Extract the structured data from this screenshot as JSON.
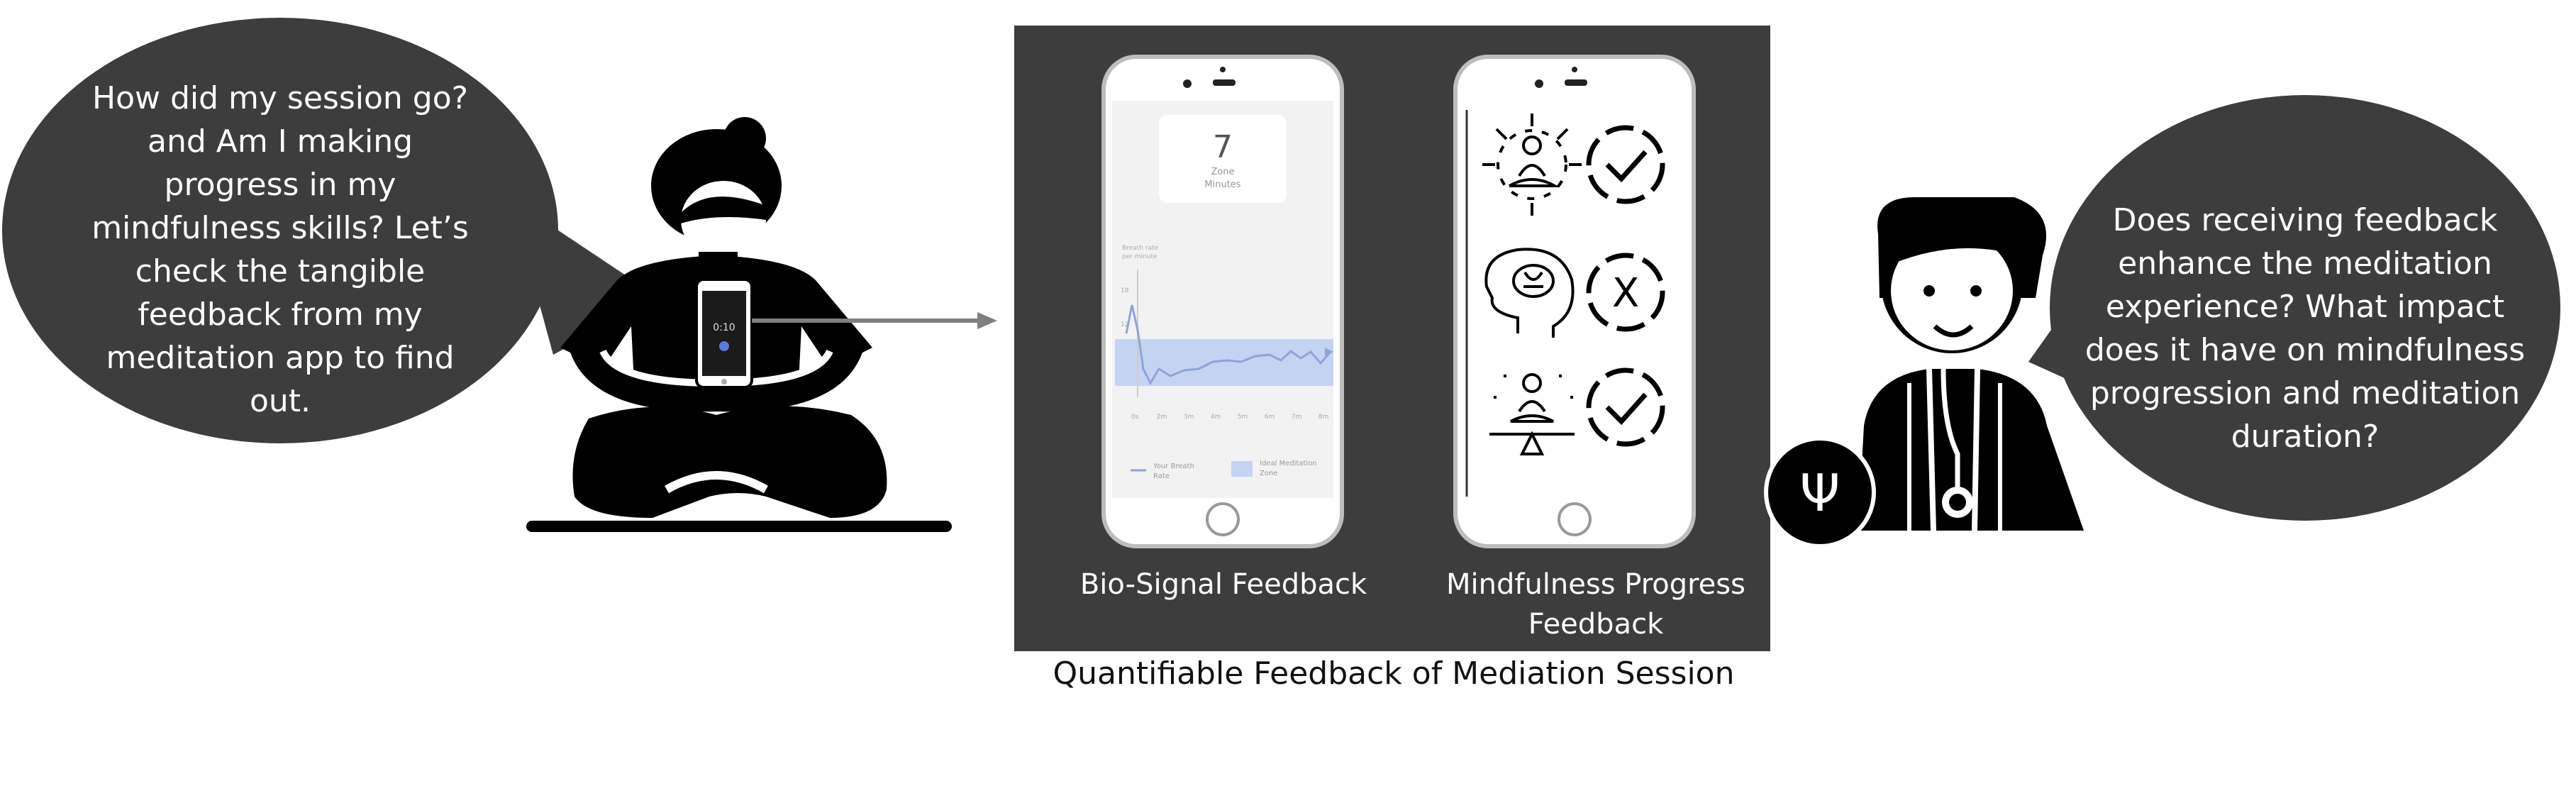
{
  "left_bubble": {
    "lines": [
      "How did my session go?",
      "and Am I making",
      "progress in my",
      "mindfulness skills? Let’s",
      "check the tangible",
      "feedback from my",
      "meditation app to find",
      "out."
    ]
  },
  "right_bubble": {
    "lines": [
      "Does receiving feedback",
      "enhance the meditation",
      "experience? What impact",
      "does it have on mindfulness",
      "progression and meditation",
      "duration?"
    ]
  },
  "small_phone": {
    "timer": "0:10"
  },
  "bio_phone": {
    "zone_value": "7",
    "zone_label_1": "Zone",
    "zone_label_2": "Minutes",
    "axis_label_1": "Breath rate",
    "axis_label_2": "per minute",
    "y_ticks": [
      "18",
      "12"
    ],
    "x_ticks": [
      "0s",
      "2m",
      "3m",
      "4m",
      "5m",
      "6m",
      "7m",
      "8m"
    ],
    "legend_line": [
      "Your Breath",
      "Rate"
    ],
    "legend_zone": [
      "Ideal Meditation",
      "Zone"
    ]
  },
  "progress_phone": {
    "rows": [
      {
        "icon": "meditating-person-focus-icon",
        "status": "check"
      },
      {
        "icon": "brain-head-icon",
        "status": "cross"
      },
      {
        "icon": "balance-meditation-icon",
        "status": "check"
      }
    ]
  },
  "panel_labels": {
    "bio": "Bio-Signal Feedback",
    "progress_1": "Mindfulness Progress",
    "progress_2": "Feedback"
  },
  "caption": "Quantifiable Feedback of Mediation Session",
  "badge_symbol": "Ψ",
  "colors": {
    "dark": "#3d3d3d",
    "figure": "#000000",
    "zone": "#c5d3f3",
    "line": "#8ea3d9",
    "arrow": "#7f7f7f"
  }
}
